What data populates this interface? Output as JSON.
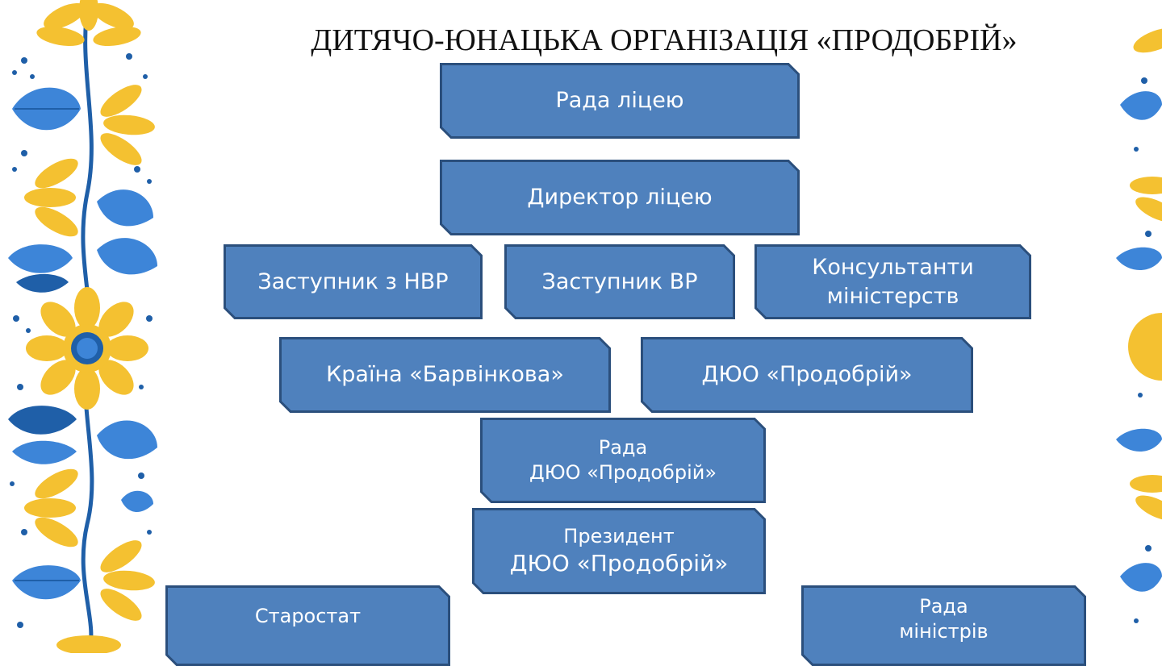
{
  "title": "ДИТЯЧО-ЮНАЦЬКА ОРГАНІЗАЦІЯ «ПРОДОБРІЙ»",
  "colors": {
    "box_fill": "#4f81bd",
    "box_stroke": "#2b4f7c",
    "ornament_yellow": "#f4c131",
    "ornament_blue": "#3d85d8",
    "ornament_navy": "#1f5fa8"
  },
  "boxes": {
    "rada_liceyu": "Рада ліцею",
    "dyrektor": "Директор ліцею",
    "zastupnyk_nvr": "Заступник з НВР",
    "zastupnyk_vr": "Заступник ВР",
    "konsultanty_line1": "Консультанти",
    "konsultanty_line2": "міністерств",
    "krayina": "Країна «Барвінкова»",
    "duo": "ДЮО «Продобрій»",
    "rada_duo_line1": "Рада",
    "rada_duo_line2": "ДЮО «Продобрій»",
    "prezydent_line1": "Президент",
    "prezydent_line2": "ДЮО «Продобрій»",
    "starostat": "Старостат",
    "rada_ministriv_line1": "Рада",
    "rada_ministriv_line2": "міністрів"
  }
}
